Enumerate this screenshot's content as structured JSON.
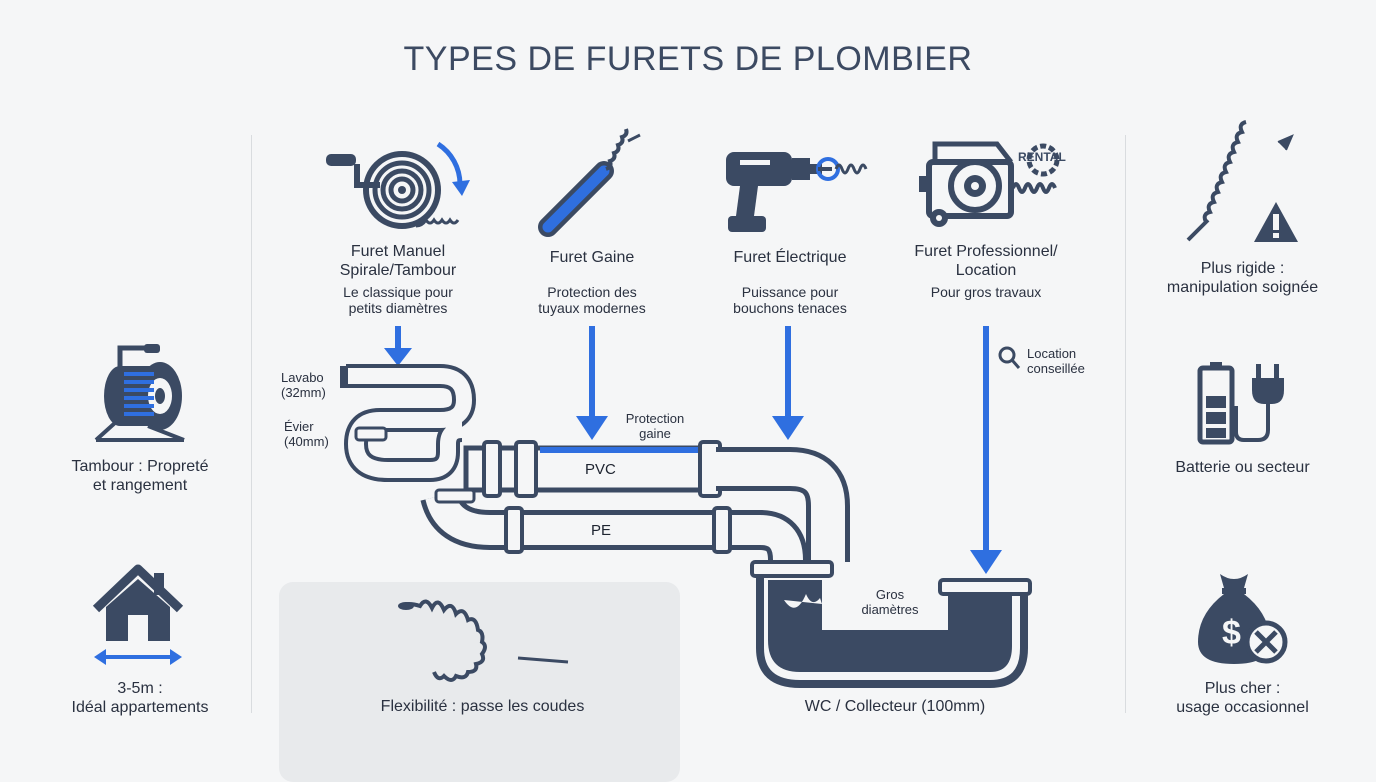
{
  "title": "TYPES DE FURETS DE PLOMBIER",
  "types": [
    {
      "name": "Furet Manuel\nSpirale/Tambour",
      "desc": "Le classique pour\npetits diamètres",
      "icon": "hand-crank-drum-icon"
    },
    {
      "name": "Furet Gaine",
      "desc": "Protection des\ntuyaux modernes",
      "icon": "sheathed-cable-icon"
    },
    {
      "name": "Furet Électrique",
      "desc": "Puissance pour\nbouchons tenaces",
      "icon": "power-drill-icon"
    },
    {
      "name": "Furet Professionnel/\nLocation",
      "desc": "Pour gros travaux",
      "icon": "professional-machine-icon",
      "badge": "RENTAL"
    }
  ],
  "left_features": [
    {
      "label": "Tambour : Propreté\net rangement",
      "icon": "cable-reel-icon"
    },
    {
      "label": "3-5m :\nIdéal appartements",
      "icon": "house-icon"
    }
  ],
  "right_features": [
    {
      "label": "Plus rigide :\nmanipulation soignée",
      "icon": "rigid-cable-warning-icon"
    },
    {
      "label": "Batterie ou secteur",
      "icon": "battery-plug-icon"
    },
    {
      "label": "Plus cher :\nusage occasionnel",
      "icon": "money-bag-icon"
    }
  ],
  "diagram": {
    "lavabo": "Lavabo\n(32mm)",
    "evier": "Évier\n(40mm)",
    "protection": "Protection\ngaine",
    "pvc": "PVC",
    "pe": "PE",
    "location": "Location\nconseillée",
    "gros": "Gros\ndiamètres",
    "wc": "WC / Collecteur (100mm)"
  },
  "flex_label": "Flexibilité : passe les coudes",
  "colors": {
    "accent": "#2f6fe0",
    "icon": "#3b4a63",
    "title": "#3c4a62"
  }
}
